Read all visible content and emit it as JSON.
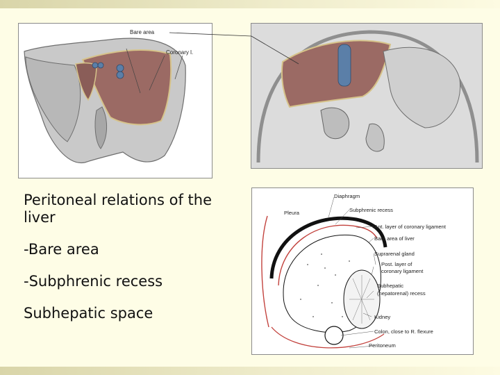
{
  "notes": {
    "title": "Peritoneal relations of the liver",
    "item_bare": "-Bare area",
    "item_subphrenic": "-Subphrenic recess",
    "item_subhepatic": "Subhepatic space"
  },
  "figure_liver_posterior": {
    "label_bare_area": "Bare area",
    "label_coronary": "Coronary l."
  },
  "figure_sagittal": {
    "labels": {
      "diaphragm": "Diaphragm",
      "pleura": "Pleura",
      "subphrenic_recess": "Subphrenic recess",
      "ant_layer": "Ant. layer of coronary ligament",
      "bare_area_liver": "Bare area of liver",
      "suprarenal": "Suprarenal gland",
      "post_layer_1": "Post. layer of",
      "post_layer_2": "coronary ligament",
      "subhepatic_1": "Subhepatic",
      "subhepatic_2": "(hepatorenal) recess",
      "kidney": "Kidney",
      "colon": "Colon, close to R. flexure",
      "peritoneum": "Peritoneum"
    }
  },
  "colors": {
    "background": "#fefde6",
    "bare_area_fill": "#9b6a64",
    "liver_gray": "#c9c9c9",
    "ivc_blue": "#5b7fa8",
    "peritoneum_red": "#c2413c"
  }
}
